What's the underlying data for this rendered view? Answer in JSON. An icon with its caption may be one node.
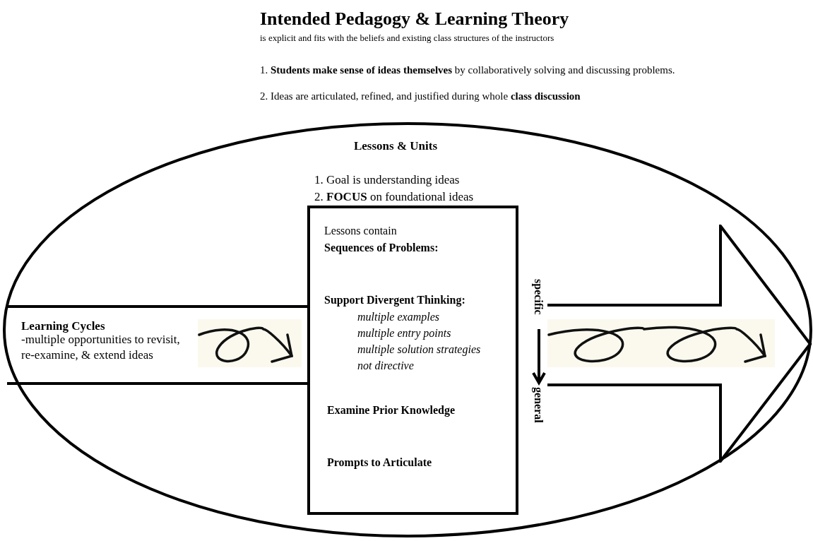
{
  "diagram": {
    "title": "Intended Pedagogy & Learning Theory",
    "nodes": [
      {
        "text": [
          "Lessons & Units",
          "1. Goal is understanding ideas",
          "2. **FOCUS** on foundational ideas"
        ]
      },
      {
        "text": [
          "Learning Cycles",
          "-multiple opportunities to revisit, re-examine, & extend ideas"
        ],
        "in": 0
      },
      {
        "text": [
          "Lessons contain",
          "Sequences of Problems:",
          "Support Divergent Thinking:",
          "multiple examples",
          "multiple entry points",
          "multiple solution strategies",
          "not directive",
          "Examine Prior Knowledge",
          "Prompts to Articulate"
        ],
        "in": 0
      }
    ],
    "labels": [
      "is explicit and fits with the beliefs and existing class structures of the instructors",
      "1. **Students make sense of ideas themselves** by collaboratively solving and discussing problems.",
      "2. Ideas are articulated, refined, and justified during whole **class discussion**",
      "specific",
      "general"
    ]
  }
}
